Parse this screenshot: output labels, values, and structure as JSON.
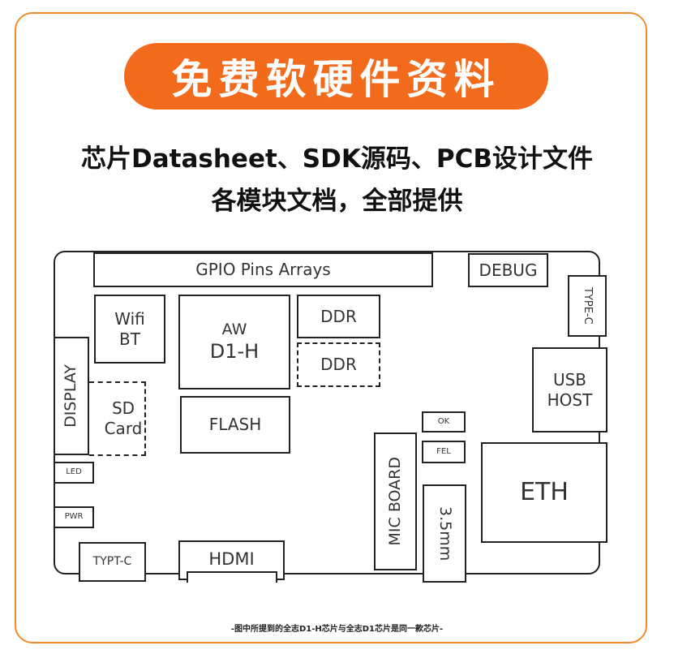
{
  "banner": {
    "title": "免费软硬件资料"
  },
  "subtitle": {
    "line1": "芯片Datasheet、SDK源码、PCB设计文件",
    "line2": "各模块文档，全部提供"
  },
  "board": {
    "gpio": "GPIO Pins Arrays",
    "debug": "DEBUG",
    "type_c": "TYPE-C",
    "wifi": "Wifi",
    "bt": "BT",
    "aw": "AW",
    "d1h": "D1-H",
    "ddr1": "DDR",
    "ddr2": "DDR",
    "usb": "USB",
    "host": "HOST",
    "display": "DISPLAY",
    "sd": "SD",
    "card": "Card",
    "flash": "FLASH",
    "ok": "OK",
    "fel": "FEL",
    "mic_board": "MIC BOARD",
    "jack": "3.5mm",
    "eth": "ETH",
    "led": "LED",
    "pwr": "PWR",
    "typt_c": "TYPT-C",
    "hdmi": "HDMI"
  },
  "footnote": "-图中所提到的全志D1-H芯片与全志D1芯片是同一款芯片-",
  "colors": {
    "accent": "#f26b1d",
    "frame": "#f08a2e"
  }
}
